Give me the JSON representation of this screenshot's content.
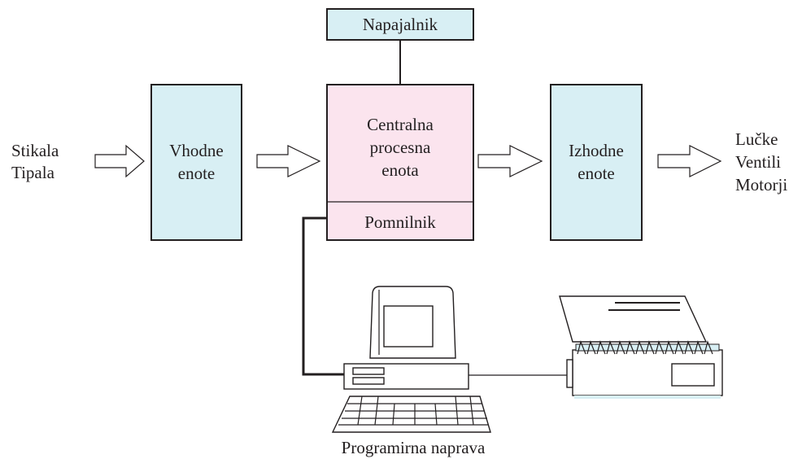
{
  "diagram": {
    "inputs": [
      "Stikala",
      "Tipala"
    ],
    "input_unit": [
      "Vhodne",
      "enote"
    ],
    "power_supply": "Napajalnik",
    "cpu": [
      "Centralna",
      "procesna",
      "enota"
    ],
    "memory": "Pomnilnik",
    "output_unit": [
      "Izhodne",
      "enote"
    ],
    "outputs": [
      "Lučke",
      "Ventili",
      "Motorji"
    ],
    "programmer": "Programirna naprava"
  },
  "colors": {
    "unit_fill": "#d8eff4",
    "cpu_fill": "#fbe4ee",
    "line": "#231f20"
  }
}
